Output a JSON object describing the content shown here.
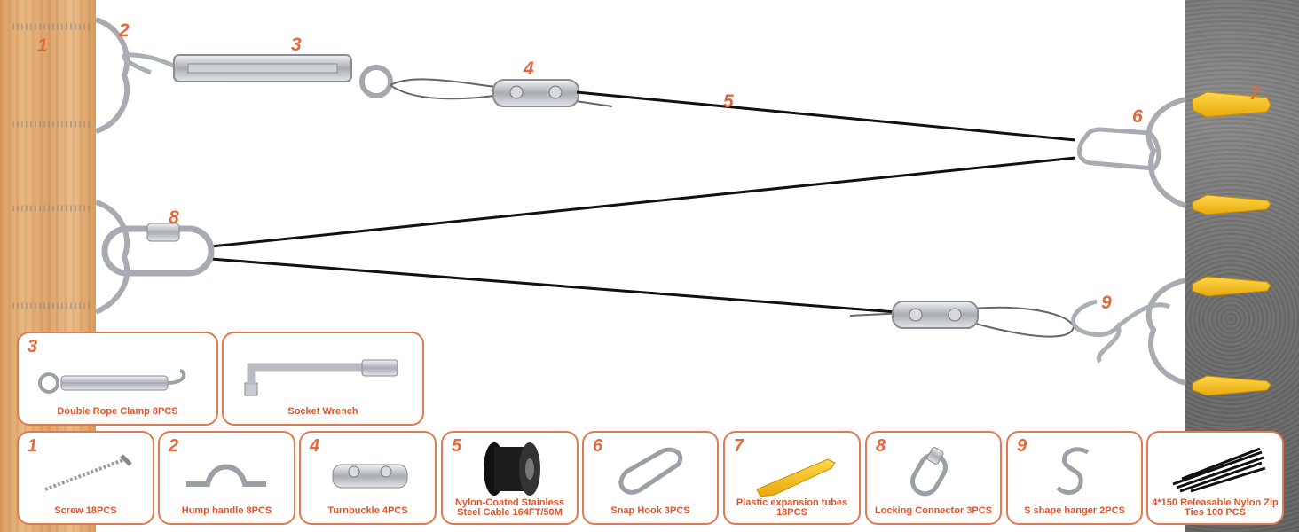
{
  "callouts": [
    "1",
    "2",
    "3",
    "4",
    "5",
    "6",
    "7",
    "8",
    "9"
  ],
  "cards": [
    {
      "number": "3",
      "label": "Double Rope Clamp 8PCS",
      "icon": "turnbuckle-icon"
    },
    {
      "number": "",
      "label": "Socket Wrench",
      "icon": "socket-wrench-icon"
    },
    {
      "number": "1",
      "label": "Screw 18PCS",
      "icon": "screw-icon"
    },
    {
      "number": "2",
      "label": "Hump handle 8PCS",
      "icon": "hump-handle-icon"
    },
    {
      "number": "4",
      "label": "Turnbuckle 4PCS",
      "icon": "rope-clamp-icon"
    },
    {
      "number": "5",
      "label": "Nylon-Coated Stainless Steel Cable 164FT/50M",
      "icon": "cable-spool-icon"
    },
    {
      "number": "6",
      "label": "Snap Hook 3PCS",
      "icon": "snap-hook-icon"
    },
    {
      "number": "7",
      "label": "Plastic expansion tubes 18PCS",
      "icon": "expansion-tube-icon"
    },
    {
      "number": "8",
      "label": "Locking Connector 3PCS",
      "icon": "locking-connector-icon"
    },
    {
      "number": "9",
      "label": "S shape hanger 2PCS",
      "icon": "s-hook-icon"
    },
    {
      "number": "",
      "label": "4*150 Releasable Nylon Zip Ties 100 PCS",
      "icon": "zip-ties-icon"
    }
  ],
  "colors": {
    "accent": "#e06a3c",
    "border": "#e07a50",
    "metal": "#b8bcc2",
    "wood": "#e3ad72",
    "concrete": "#6e6e6e",
    "anchor": "#f5c418"
  }
}
